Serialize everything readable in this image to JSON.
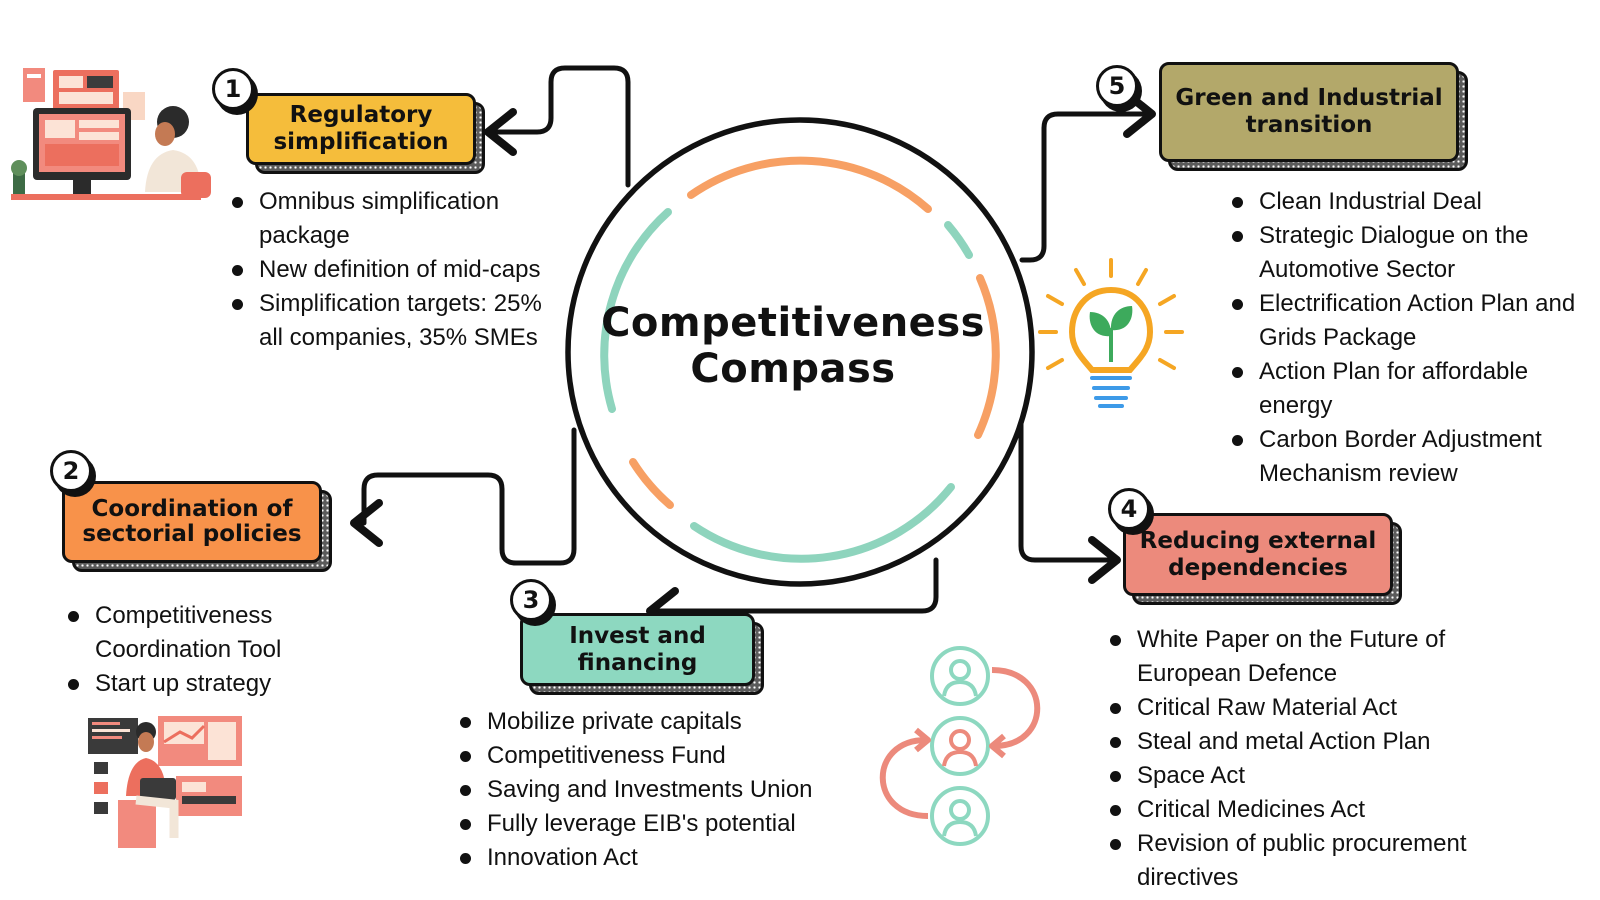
{
  "center": {
    "line1": "Competitiveness",
    "line2": "Compass"
  },
  "colors": {
    "yellow": "#f5bd3b",
    "orange": "#f8924a",
    "teal": "#8dd8c0",
    "red": "#ec8a7c",
    "olive": "#b3a86a",
    "ring_orange": "#f7a064",
    "ring_teal": "#8ed4bd"
  },
  "sections": {
    "s1": {
      "number": "1",
      "title": "Regulatory simplification",
      "color": "yellow",
      "items": [
        "Omnibus simplification package",
        "New definition of mid-caps",
        "Simplification targets: 25% all companies, 35% SMEs"
      ]
    },
    "s2": {
      "number": "2",
      "title": "Coordination of sectorial policies",
      "color": "orange",
      "items": [
        "Competitiveness Coordination Tool",
        "Start up strategy"
      ]
    },
    "s3": {
      "number": "3",
      "title": "Invest and financing",
      "color": "teal",
      "items": [
        "Mobilize private capitals",
        "Competitiveness Fund",
        "Saving and Investments Union",
        "Fully leverage EIB's potential",
        "Innovation Act"
      ]
    },
    "s4": {
      "number": "4",
      "title": "Reducing external dependencies",
      "color": "red",
      "items": [
        "White Paper on the Future of European Defence",
        "Critical Raw Material Act",
        "Steal and metal Action Plan",
        "Space Act",
        "Critical Medicines Act",
        "Revision of public procurement directives"
      ]
    },
    "s5": {
      "number": "5",
      "title": "Green and Industrial transition",
      "color": "olive",
      "items": [
        "Clean Industrial Deal",
        "Strategic Dialogue on the Automotive Sector",
        "Electrification Action Plan and Grids Package",
        "Action Plan for affordable energy",
        "Carbon Border Adjustment Mechanism review"
      ]
    }
  },
  "illustrations": {
    "woman": "woman-at-computer-illustration",
    "man": "man-with-laptop-illustration",
    "bulb": "lightbulb-plant-icon",
    "people": "people-exchange-icon"
  }
}
